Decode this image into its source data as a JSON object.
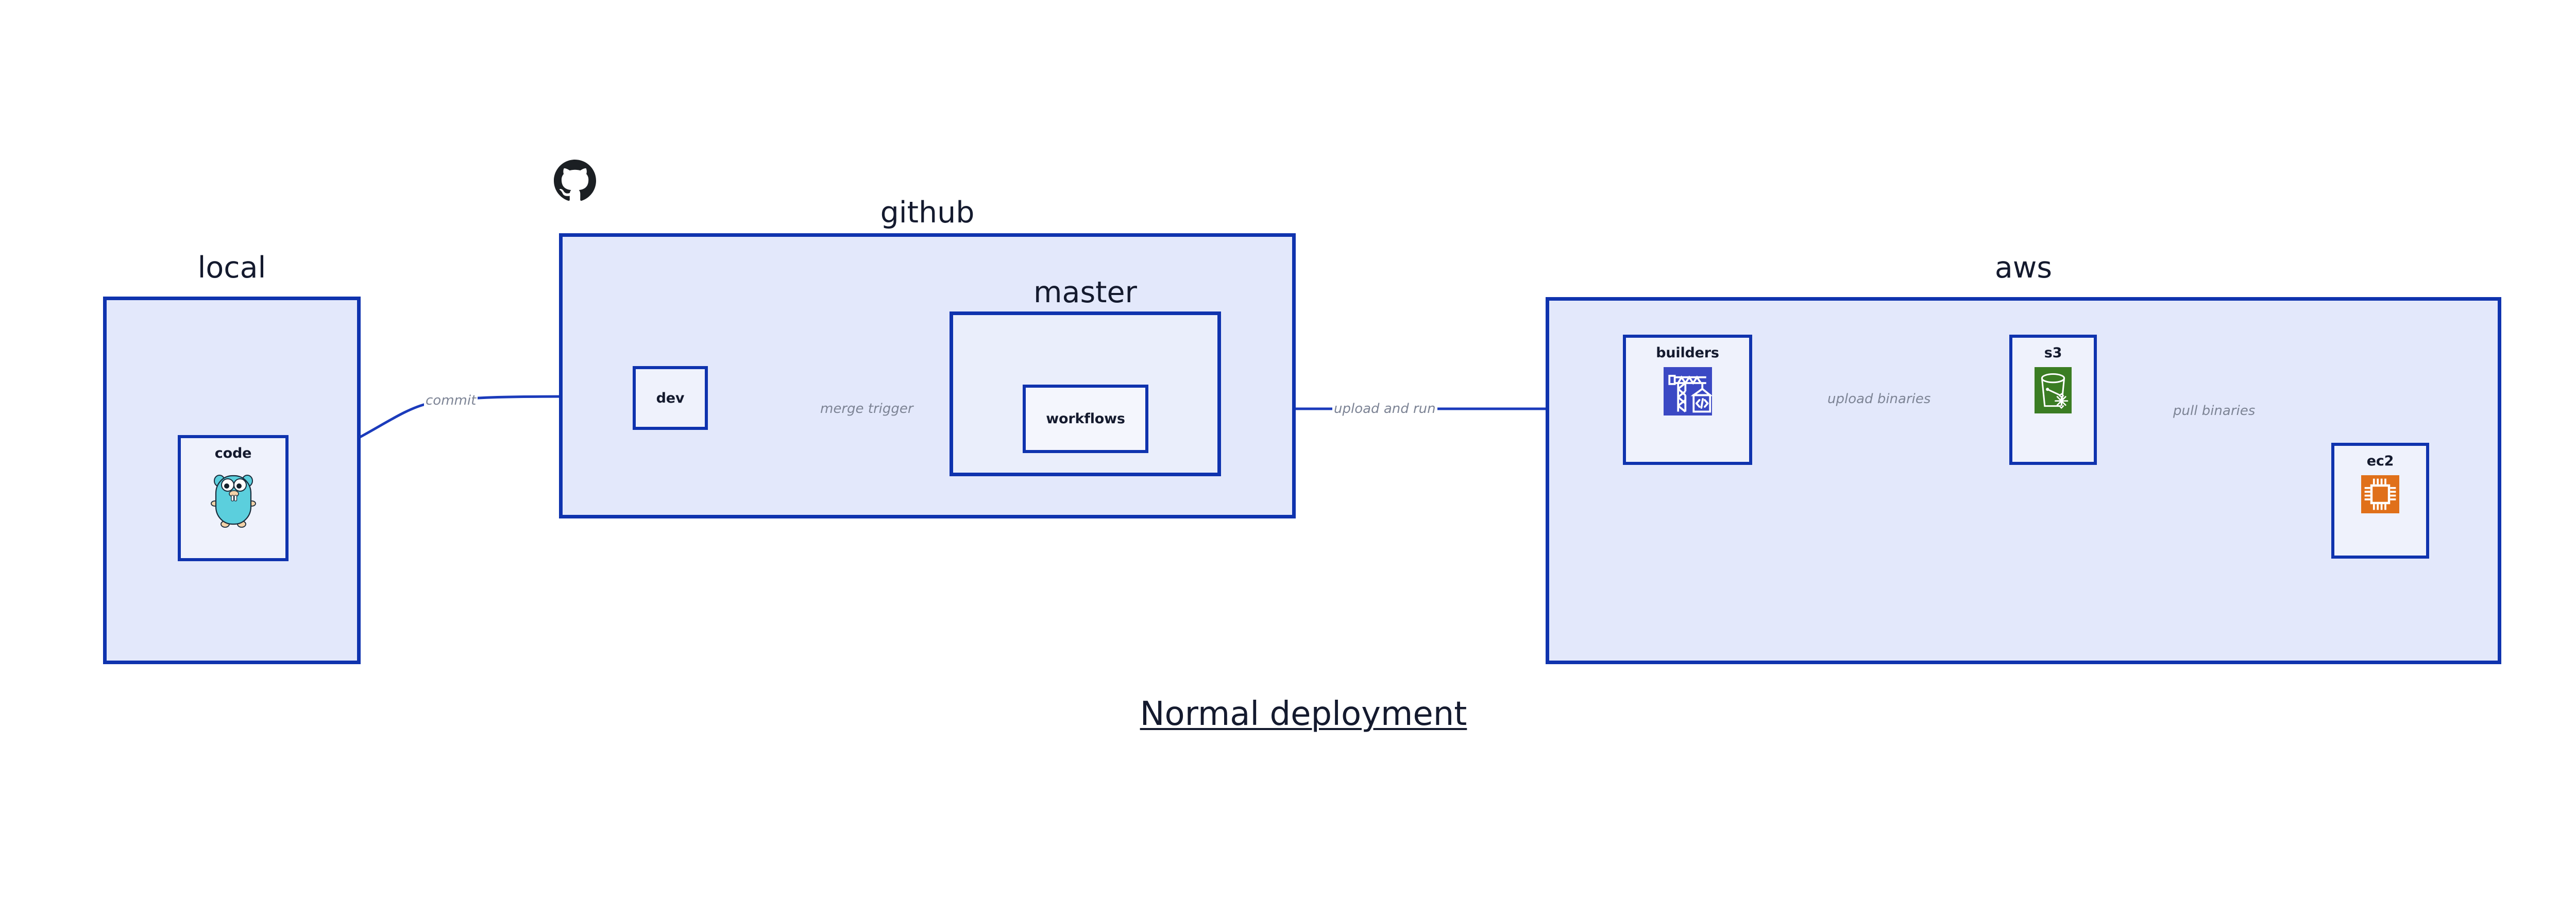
{
  "figure": {
    "title": "Normal deployment"
  },
  "colors": {
    "group_border": "#0f33ae",
    "group_fill": "#e3e8fb",
    "node_border": "#0f33ae",
    "node_fill": "#eff2fc",
    "edge_stroke": "#1b3bbb",
    "edge_label_text": "#7d8495",
    "node_label_text": "#141a2e",
    "gopher_body": "#5bcfdd",
    "builders_icon_bg": "#3b49c4",
    "s3_icon_bg": "#3b7d23",
    "ec2_icon_bg": "#e0701a",
    "github_logo": "#1b1f23"
  },
  "groups": [
    {
      "id": "local",
      "label": "local"
    },
    {
      "id": "github",
      "label": "github"
    },
    {
      "id": "master",
      "label": "master"
    },
    {
      "id": "aws",
      "label": "aws"
    }
  ],
  "nodes": [
    {
      "id": "code",
      "label": "code",
      "icon": "go-gopher-icon"
    },
    {
      "id": "dev",
      "label": "dev",
      "icon": null
    },
    {
      "id": "workflows",
      "label": "workflows",
      "icon": null
    },
    {
      "id": "builders",
      "label": "builders",
      "icon": "aws-codebuild-crane-icon"
    },
    {
      "id": "s3",
      "label": "s3",
      "icon": "aws-s3-bucket-snowflake-icon"
    },
    {
      "id": "ec2",
      "label": "ec2",
      "icon": "aws-ec2-chip-icon"
    }
  ],
  "edges": [
    {
      "id": "code-to-dev",
      "from": "code",
      "to": "dev",
      "label": "commit"
    },
    {
      "id": "dev-to-workflows",
      "from": "dev",
      "to": "workflows",
      "label": "merge trigger"
    },
    {
      "id": "workflows-to-builders",
      "from": "workflows",
      "to": "builders",
      "label": "upload and run"
    },
    {
      "id": "builders-to-s3",
      "from": "builders",
      "to": "s3",
      "label": "upload binaries"
    },
    {
      "id": "s3-to-ec2",
      "from": "s3",
      "to": "ec2",
      "label": "pull binaries"
    }
  ],
  "icons": {
    "github_logo": "github-mark-icon"
  }
}
